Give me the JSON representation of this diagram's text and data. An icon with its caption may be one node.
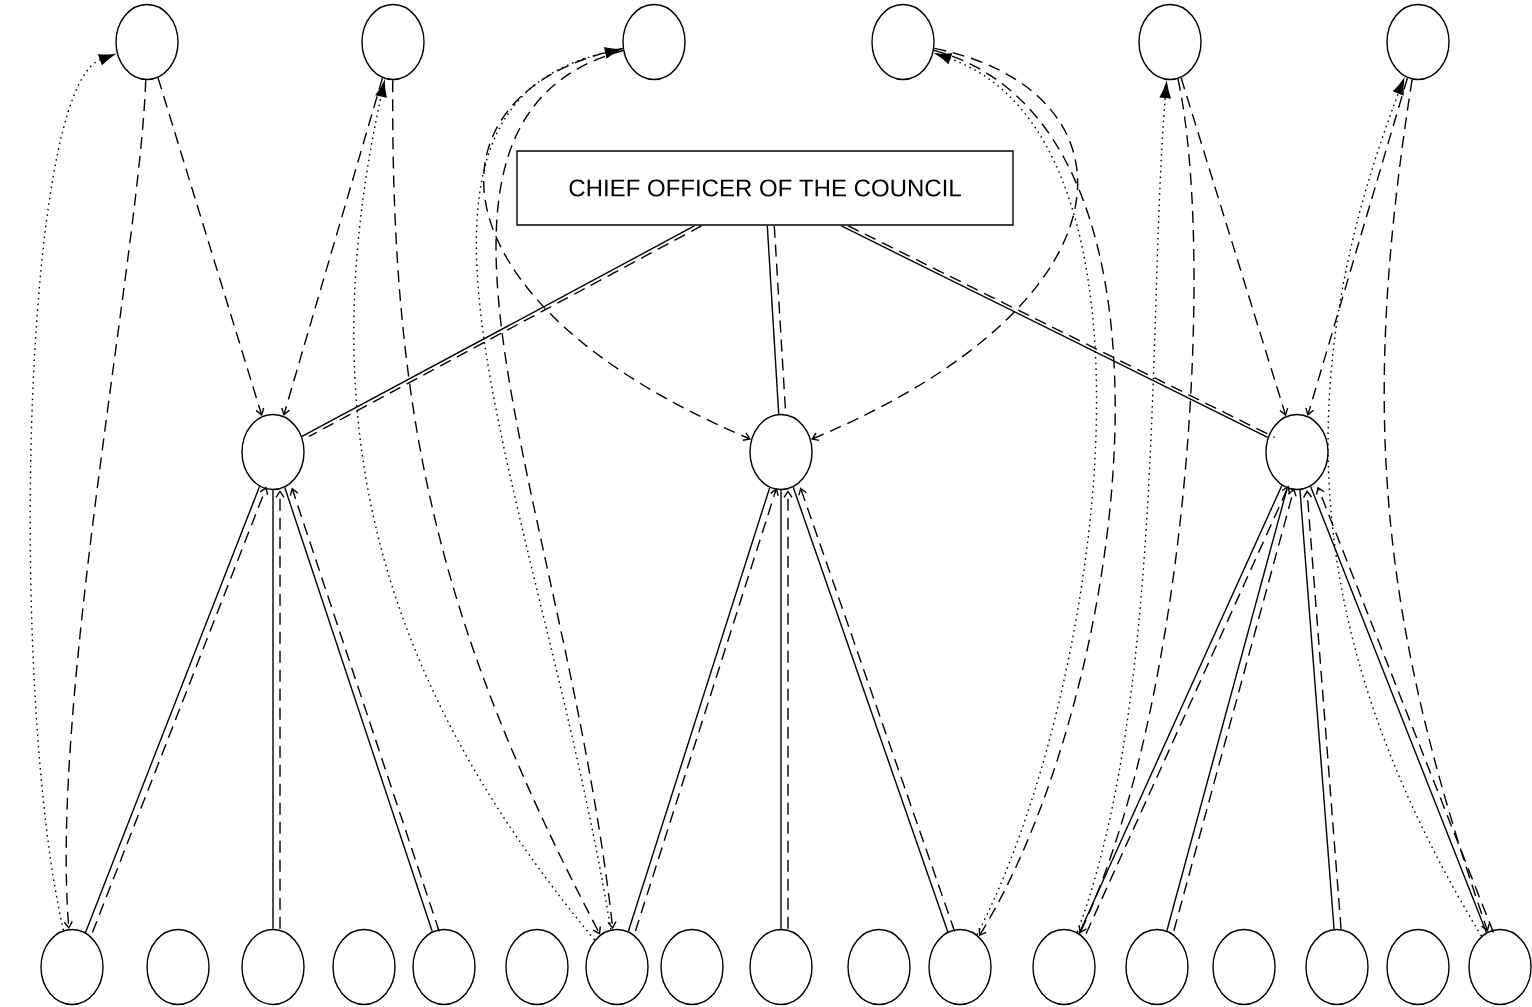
{
  "diagram": {
    "nodes": [
      {
        "text": [],
        "shape": "circle"
      },
      {
        "text": [],
        "shape": "circle"
      },
      {
        "text": [],
        "shape": "circle"
      },
      {
        "text": [],
        "shape": "circle"
      },
      {
        "text": [],
        "shape": "circle"
      },
      {
        "text": [],
        "shape": "circle"
      },
      {
        "text": [
          "CHIEF OFFICER OF THE COUNCIL"
        ]
      },
      {
        "text": [],
        "shape": "circle"
      },
      {
        "text": [],
        "shape": "circle"
      },
      {
        "text": [],
        "shape": "circle"
      },
      {
        "text": [],
        "shape": "circle"
      },
      {
        "text": [],
        "shape": "circle"
      },
      {
        "text": [],
        "shape": "circle"
      },
      {
        "text": [],
        "shape": "circle"
      },
      {
        "text": [],
        "shape": "circle"
      },
      {
        "text": [],
        "shape": "circle"
      },
      {
        "text": [],
        "shape": "circle"
      },
      {
        "text": [],
        "shape": "circle"
      },
      {
        "text": [],
        "shape": "circle"
      },
      {
        "text": [],
        "shape": "circle"
      },
      {
        "text": [],
        "shape": "circle"
      },
      {
        "text": [],
        "shape": "circle"
      },
      {
        "text": [],
        "shape": "circle"
      },
      {
        "text": [],
        "shape": "circle"
      },
      {
        "text": [],
        "shape": "circle"
      },
      {
        "text": [],
        "shape": "circle"
      },
      {
        "text": [],
        "shape": "circle"
      }
    ],
    "edges": [
      {
        "from": 0,
        "to": 7,
        "arrow": "to",
        "style": "dashed"
      },
      {
        "from": 1,
        "to": 7,
        "arrow": "to",
        "style": "dashed"
      },
      {
        "from": 2,
        "to": 8,
        "arrow": "to",
        "style": "dashed"
      },
      {
        "from": 3,
        "to": 8,
        "arrow": "to",
        "style": "dashed"
      },
      {
        "from": 4,
        "to": 9,
        "arrow": "to",
        "style": "dashed"
      },
      {
        "from": 5,
        "to": 9,
        "arrow": "to",
        "style": "dashed"
      },
      {
        "from": 6,
        "to": 7,
        "arrow": "none"
      },
      {
        "from": 6,
        "to": 8,
        "arrow": "none"
      },
      {
        "from": 6,
        "to": 9,
        "arrow": "none"
      },
      {
        "from": 6,
        "to": 7,
        "arrow": "none",
        "style": "dashed"
      },
      {
        "from": 6,
        "to": 8,
        "arrow": "none",
        "style": "dashed"
      },
      {
        "from": 6,
        "to": 9,
        "arrow": "none",
        "style": "dashed"
      },
      {
        "from": 7,
        "to": 10,
        "arrow": "none"
      },
      {
        "from": 7,
        "to": 12,
        "arrow": "none"
      },
      {
        "from": 7,
        "to": 14,
        "arrow": "none"
      },
      {
        "from": 8,
        "to": 16,
        "arrow": "none"
      },
      {
        "from": 8,
        "to": 18,
        "arrow": "none"
      },
      {
        "from": 8,
        "to": 20,
        "arrow": "none"
      },
      {
        "from": 9,
        "to": 21,
        "arrow": "none"
      },
      {
        "from": 9,
        "to": 22,
        "arrow": "none"
      },
      {
        "from": 9,
        "to": 24,
        "arrow": "none"
      },
      {
        "from": 9,
        "to": 26,
        "arrow": "none"
      },
      {
        "from": 10,
        "to": 7,
        "arrow": "to",
        "style": "dashed"
      },
      {
        "from": 12,
        "to": 7,
        "arrow": "to",
        "style": "dashed"
      },
      {
        "from": 14,
        "to": 7,
        "arrow": "to",
        "style": "dashed"
      },
      {
        "from": 16,
        "to": 8,
        "arrow": "to",
        "style": "dashed"
      },
      {
        "from": 18,
        "to": 8,
        "arrow": "to",
        "style": "dashed"
      },
      {
        "from": 20,
        "to": 8,
        "arrow": "to",
        "style": "dashed"
      },
      {
        "from": 21,
        "to": 9,
        "arrow": "to",
        "style": "dashed"
      },
      {
        "from": 22,
        "to": 9,
        "arrow": "to",
        "style": "dashed"
      },
      {
        "from": 24,
        "to": 9,
        "arrow": "to",
        "style": "dashed"
      },
      {
        "from": 26,
        "to": 9,
        "arrow": "to",
        "style": "dashed"
      },
      {
        "from": 10,
        "to": 0,
        "arrow": "to",
        "style": "dashed"
      },
      {
        "from": 16,
        "to": 1,
        "arrow": "to",
        "style": "dashed"
      },
      {
        "from": 16,
        "to": 2,
        "arrow": "to",
        "style": "dashed"
      },
      {
        "from": 20,
        "to": 3,
        "arrow": "to",
        "style": "dashed"
      },
      {
        "from": 21,
        "to": 4,
        "arrow": "to",
        "style": "dashed"
      },
      {
        "from": 26,
        "to": 5,
        "arrow": "to",
        "style": "dashed"
      },
      {
        "from": 0,
        "to": 10,
        "arrow": "to",
        "style": "dashed"
      },
      {
        "from": 1,
        "to": 16,
        "arrow": "to",
        "style": "dashed"
      },
      {
        "from": 2,
        "to": 16,
        "arrow": "to",
        "style": "dashed"
      },
      {
        "from": 3,
        "to": 20,
        "arrow": "to",
        "style": "dashed"
      },
      {
        "from": 4,
        "to": 21,
        "arrow": "to",
        "style": "dashed"
      },
      {
        "from": 5,
        "to": 26,
        "arrow": "to",
        "style": "dashed"
      }
    ]
  }
}
